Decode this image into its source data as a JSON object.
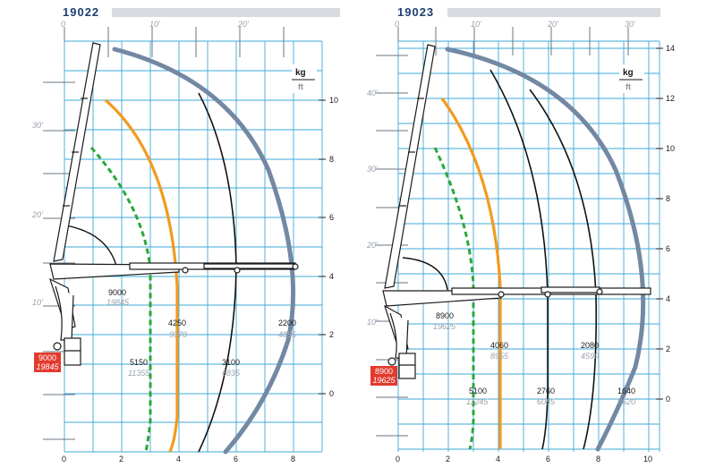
{
  "colors": {
    "grid": "#3ea9d8",
    "outer_curve": "#7388a3",
    "orange_curve": "#f39a1e",
    "green_curve": "#29a83a",
    "black_curve": "#111111",
    "badge": "#e33a2e",
    "model_text": "#1f3f73",
    "title_bar": "#d7dade"
  },
  "units": {
    "kg": "kg",
    "ft": "ft"
  },
  "charts": [
    {
      "model": "19022",
      "ft_ticks": [
        {
          "v": 0,
          "t": "0"
        },
        {
          "v": 10,
          "t": "10'"
        },
        {
          "v": 20,
          "t": "20'"
        }
      ],
      "ft_side": [
        {
          "y": 10,
          "t": "10'"
        },
        {
          "y": 20,
          "t": "20'"
        },
        {
          "y": 30,
          "t": "30'"
        }
      ],
      "x_ticks": [
        {
          "v": 0,
          "t": "0"
        },
        {
          "v": 2,
          "t": "2"
        },
        {
          "v": 4,
          "t": "4"
        },
        {
          "v": 6,
          "t": "6"
        },
        {
          "v": 8,
          "t": "8"
        }
      ],
      "y_ticks": [
        {
          "v": 0,
          "t": "0"
        },
        {
          "v": 2,
          "t": "2"
        },
        {
          "v": 4,
          "t": "4"
        },
        {
          "v": 6,
          "t": "6"
        },
        {
          "v": 8,
          "t": "8"
        },
        {
          "v": 10,
          "t": "10"
        }
      ],
      "badge": {
        "kg": "9000",
        "lb": "19845"
      },
      "labels": [
        {
          "kg": "9000",
          "lb": "19845"
        },
        {
          "kg": "4250",
          "lb": "9370"
        },
        {
          "kg": "5150",
          "lb": "11355"
        },
        {
          "kg": "3100",
          "lb": "6835"
        },
        {
          "kg": "2200",
          "lb": "4855"
        }
      ]
    },
    {
      "model": "19023",
      "ft_ticks": [
        {
          "v": 0,
          "t": "0"
        },
        {
          "v": 10,
          "t": "10'"
        },
        {
          "v": 20,
          "t": "20'"
        },
        {
          "v": 30,
          "t": "30'"
        }
      ],
      "ft_side": [
        {
          "y": 10,
          "t": "10'"
        },
        {
          "y": 20,
          "t": "20'"
        },
        {
          "y": 30,
          "t": "30'"
        },
        {
          "y": 40,
          "t": "40'"
        }
      ],
      "x_ticks": [
        {
          "v": 0,
          "t": "0"
        },
        {
          "v": 2,
          "t": "2"
        },
        {
          "v": 4,
          "t": "4"
        },
        {
          "v": 6,
          "t": "6"
        },
        {
          "v": 8,
          "t": "8"
        },
        {
          "v": 10,
          "t": "10"
        }
      ],
      "y_ticks": [
        {
          "v": 0,
          "t": "0"
        },
        {
          "v": 2,
          "t": "2"
        },
        {
          "v": 4,
          "t": "4"
        },
        {
          "v": 6,
          "t": "6"
        },
        {
          "v": 8,
          "t": "8"
        },
        {
          "v": 10,
          "t": "10"
        },
        {
          "v": 12,
          "t": "12"
        },
        {
          "v": 14,
          "t": "14"
        }
      ],
      "badge": {
        "kg": "8900",
        "lb": "19625"
      },
      "labels": [
        {
          "kg": "8900",
          "lb": "19625"
        },
        {
          "kg": "4060",
          "lb": "8955"
        },
        {
          "kg": "5100",
          "lb": "11245"
        },
        {
          "kg": "2760",
          "lb": "6085"
        },
        {
          "kg": "2080",
          "lb": "4590"
        },
        {
          "kg": "1640",
          "lb": "3620"
        }
      ]
    }
  ]
}
